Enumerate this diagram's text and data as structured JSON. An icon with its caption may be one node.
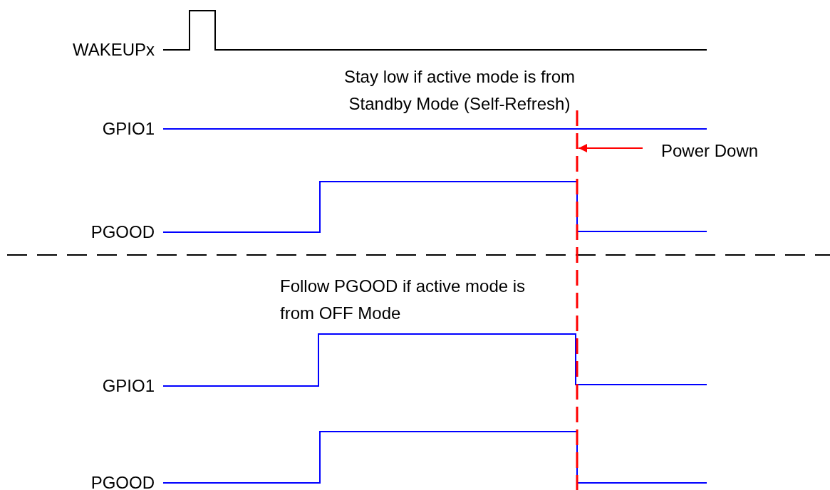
{
  "diagram": {
    "nodes": [
      {
        "text": [
          "Power Down"
        ]
      },
      {
        "text": [],
        "shape": "line"
      }
    ],
    "edges": [
      {
        "from": 0,
        "to": 1,
        "arrow": "to"
      }
    ],
    "labels": [
      "WAKEUPx",
      "Stay low if active mode is from Standby Mode (Self-Refresh)",
      "GPIO1",
      "PGOOD",
      "Follow PGOOD if active mode is from OFF Mode",
      "GPIO1",
      "PGOOD"
    ]
  }
}
